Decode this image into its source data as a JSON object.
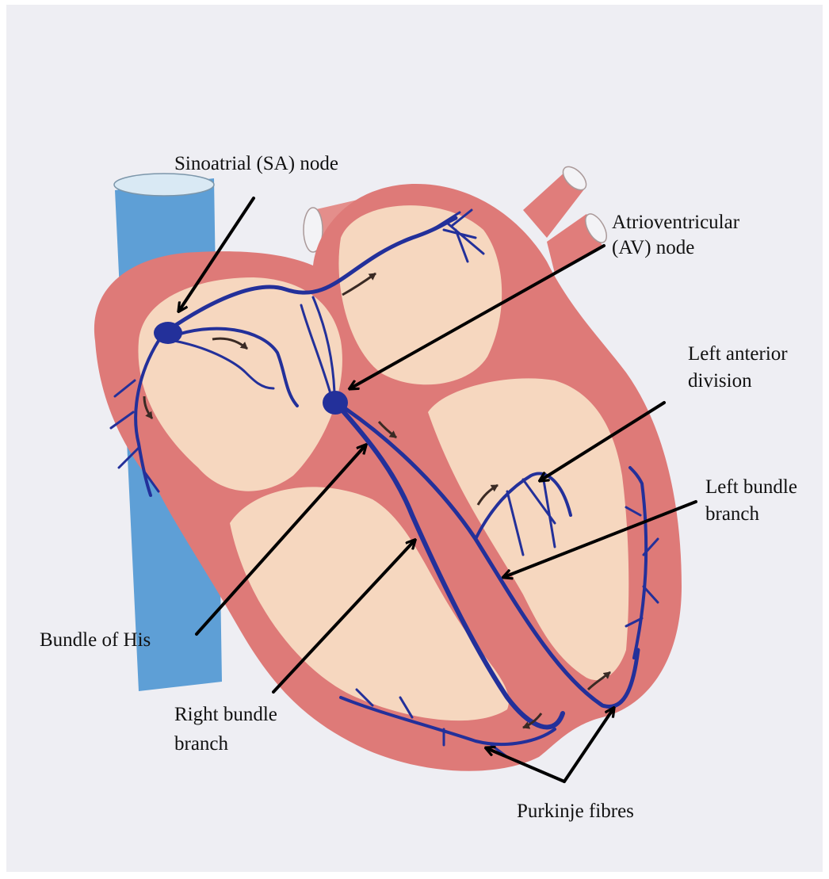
{
  "diagram": {
    "labels": {
      "sa_node": "Sinoatrial (SA) node",
      "av_node_line1": "Atrioventricular",
      "av_node_line2": "(AV) node",
      "left_anterior_line1": "Left anterior",
      "left_anterior_line2": "division",
      "left_bundle_line1": "Left bundle",
      "left_bundle_line2": "branch",
      "bundle_of_his": "Bundle of His",
      "right_bundle_line1": "Right bundle",
      "right_bundle_line2": "branch",
      "purkinje": "Purkinje fibres"
    },
    "colors": {
      "paper": "#eeeef3",
      "myocardium": "#de7a78",
      "chamber": "#f6d7bf",
      "vena_cava": "#5e9fd6",
      "conduction": "#23309a",
      "arrow": "#000000"
    }
  }
}
